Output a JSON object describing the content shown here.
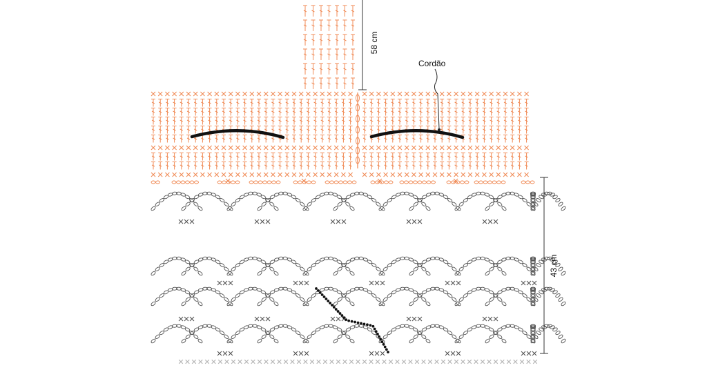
{
  "labels": {
    "height_top": "58 cm",
    "height_bottom": "43 cm",
    "cord": "Cordão"
  },
  "colors": {
    "top_stitches": "#f08a55",
    "bottom_stitches": "#555555",
    "cord": "#111111",
    "dimension_line": "#333333",
    "start_row": "#b5b5b5"
  },
  "symbols": {
    "single_crochet": "×",
    "chain": "chain-oval",
    "double_crochet": "T-stitch"
  }
}
